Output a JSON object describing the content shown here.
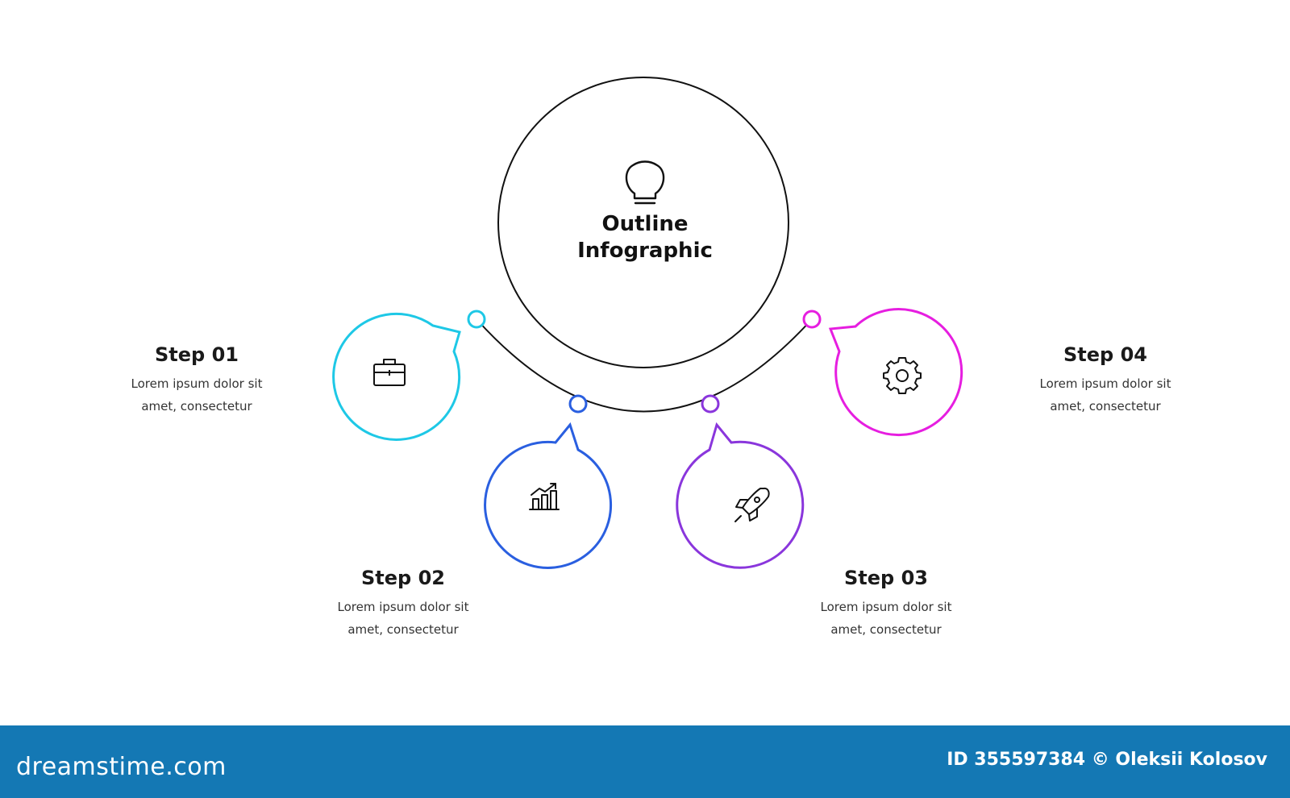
{
  "center": {
    "title_line1": "Outline",
    "title_line2": "Infographic",
    "icon": "lightbulb-icon"
  },
  "steps": [
    {
      "title": "Step 01",
      "desc_line1": "Lorem ipsum dolor sit",
      "desc_line2": "amet, consectetur",
      "icon": "briefcase-icon",
      "color": "#1ec8e6"
    },
    {
      "title": "Step 02",
      "desc_line1": "Lorem ipsum dolor sit",
      "desc_line2": "amet, consectetur",
      "icon": "bar-chart-growth-icon",
      "color": "#2a5fe0"
    },
    {
      "title": "Step 03",
      "desc_line1": "Lorem ipsum dolor sit",
      "desc_line2": "amet, consectetur",
      "icon": "rocket-icon",
      "color": "#8a36dc"
    },
    {
      "title": "Step 04",
      "desc_line1": "Lorem ipsum dolor sit",
      "desc_line2": "amet, consectetur",
      "icon": "gear-icon",
      "color": "#e61ee0"
    }
  ],
  "footer": {
    "logo": "dreamstime.com",
    "credit": "ID 355597384 © Oleksii Kolosov"
  },
  "colors": {
    "footer_bg": "#1478b4",
    "outline": "#111111"
  }
}
